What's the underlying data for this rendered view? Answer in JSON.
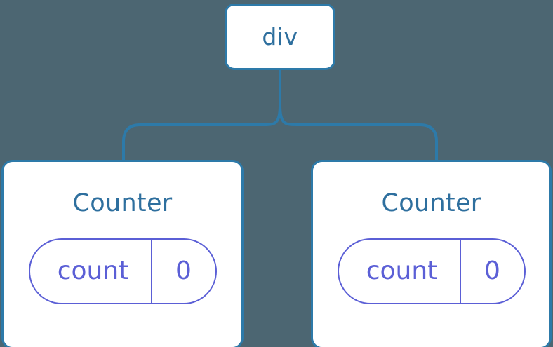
{
  "canvas": {
    "background_color": "#4c6672",
    "node_border_color": "#2d7aa9",
    "node_fill_color": "#ffffff",
    "title_color": "#2e6f9e",
    "state_color": "#5b5fd6",
    "connector_color": "#2d7aa9"
  },
  "tree": {
    "root": {
      "label": "div"
    },
    "children": [
      {
        "label": "Counter",
        "state": {
          "key": "count",
          "value": "0"
        }
      },
      {
        "label": "Counter",
        "state": {
          "key": "count",
          "value": "0"
        }
      }
    ]
  }
}
